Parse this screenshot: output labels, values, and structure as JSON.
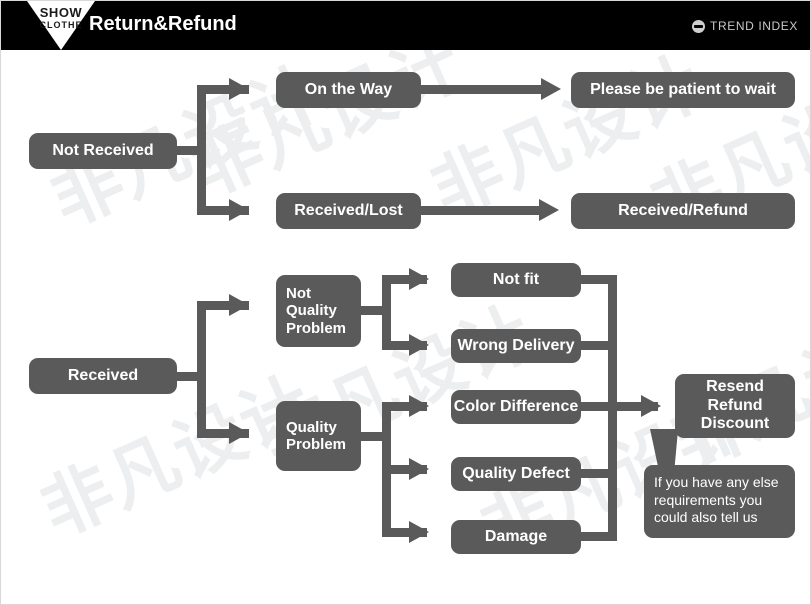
{
  "header": {
    "logo": {
      "line1": "SHOW",
      "line2": "CLOTHE",
      "icon": "triangle-logo"
    },
    "title": "Return&Refund",
    "brand": {
      "icon": "globe-icon",
      "text": "TREND INDEX"
    },
    "background_color": "#000000",
    "text_color": "#ffffff"
  },
  "colors": {
    "node_fill": "#5a5a5a",
    "node_text": "#ffffff",
    "connector": "#5a5a5a",
    "page_background": "#ffffff",
    "watermark": "#eceef0"
  },
  "watermark": {
    "text": "非凡设计"
  },
  "flow_not_received": {
    "root": "Not Received",
    "branches": [
      {
        "stage": "On the Way",
        "outcome": "Please be patient to wait"
      },
      {
        "stage": "Received/Lost",
        "outcome": "Received/Refund"
      }
    ]
  },
  "flow_received": {
    "root": "Received",
    "categories": [
      {
        "label": "Not\nQuality\nProblem",
        "reasons": [
          "Not fit",
          "Wrong Delivery"
        ]
      },
      {
        "label": "Quality\nProblem",
        "reasons": [
          "Color Difference",
          "Quality Defect",
          "Damage"
        ]
      }
    ],
    "resolution": "Resend\nRefund\nDiscount",
    "callout": "If you have any else\nrequirements you\ncould also tell us"
  }
}
